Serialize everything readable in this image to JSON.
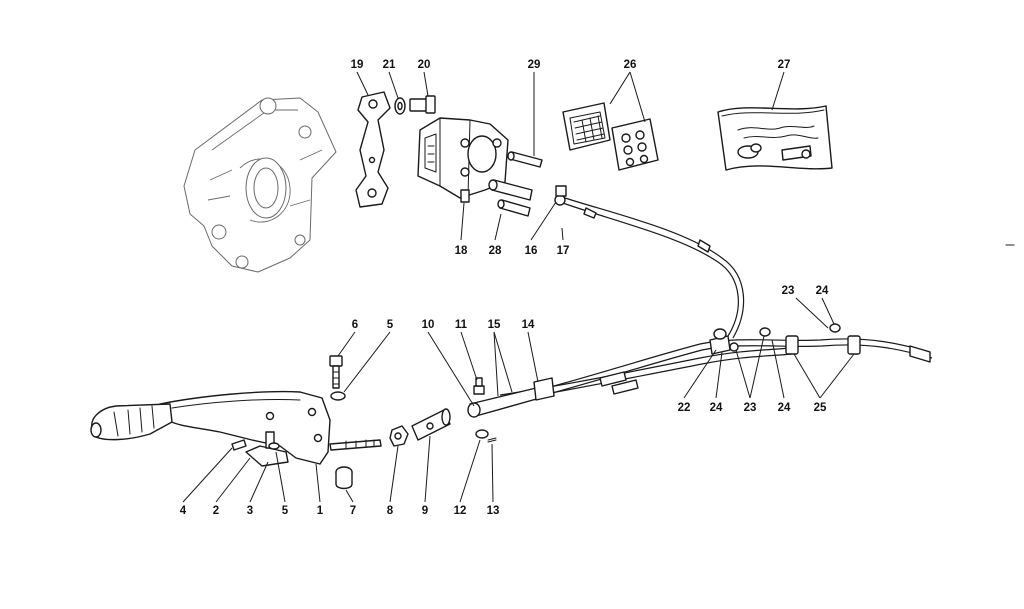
{
  "callouts": [
    "1",
    "2",
    "3",
    "4",
    "5",
    "5",
    "6",
    "7",
    "8",
    "9",
    "10",
    "11",
    "12",
    "13",
    "14",
    "15",
    "16",
    "17",
    "18",
    "19",
    "20",
    "21",
    "22",
    "23",
    "23",
    "24",
    "24",
    "24",
    "25",
    "26",
    "27",
    "28",
    "29"
  ],
  "colors": {
    "line": "#1a1a1a",
    "ghost": "#6a6a6a",
    "background": "#ffffff"
  }
}
